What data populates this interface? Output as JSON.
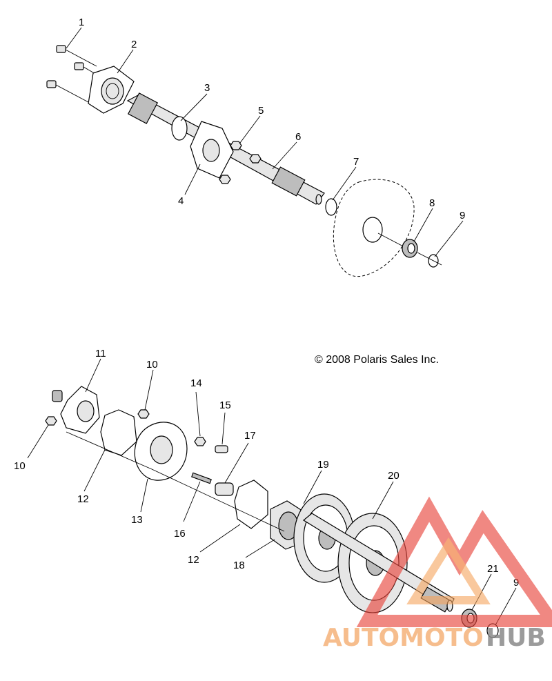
{
  "copyright": "© 2008 Polaris Sales Inc.",
  "callouts": [
    "1",
    "2",
    "3",
    "4",
    "5",
    "6",
    "7",
    "8",
    "9",
    "9",
    "10",
    "10",
    "11",
    "12",
    "12",
    "13",
    "14",
    "15",
    "16",
    "17",
    "18",
    "19",
    "20",
    "21"
  ],
  "watermark": {
    "text_a": "AUTOMOTO",
    "text_b": "HUB",
    "color_red": "#e8453c",
    "color_orange": "#f5a45d",
    "color_grey": "#7d7d7d"
  }
}
